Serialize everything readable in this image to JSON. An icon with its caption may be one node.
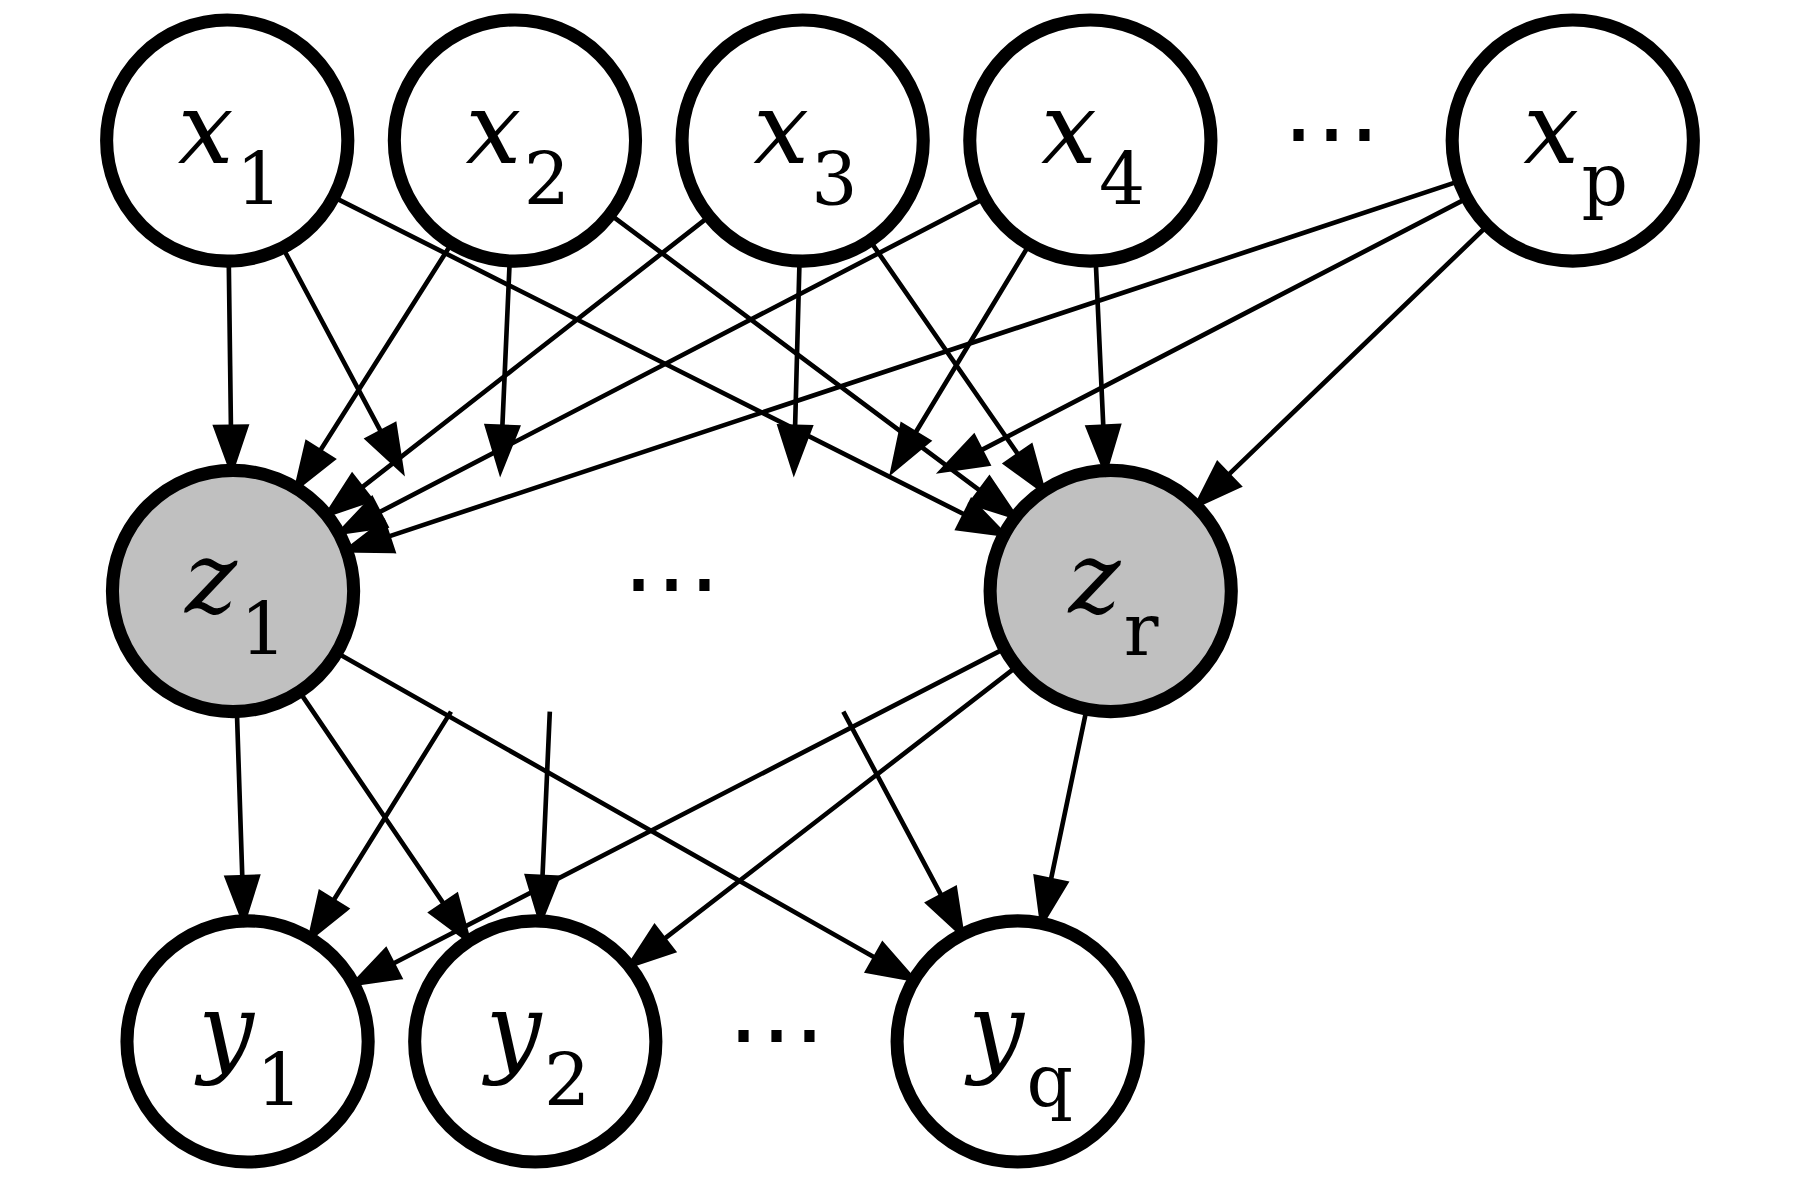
{
  "diagram": {
    "nodes": [
      {
        "text": [
          "x$_{1}$"
        ]
      },
      {
        "text": [
          "x$_{2}$"
        ]
      },
      {
        "text": [
          "x$_{3}$"
        ]
      },
      {
        "text": [
          "x$_{4}$"
        ]
      },
      {
        "text": [
          "x$_{p}$"
        ]
      },
      {
        "text": [
          "z$_{1}$"
        ]
      },
      {
        "text": [
          "z$_{r}$"
        ]
      },
      {
        "text": [
          "y$_{1}$"
        ]
      },
      {
        "text": [
          "y$_{2}$"
        ]
      },
      {
        "text": [
          "y$_{q}$"
        ]
      }
    ],
    "edges": [
      {
        "from": 0,
        "to": 5,
        "arrow": "to"
      },
      {
        "from": 0,
        "to": null,
        "arrow": "to"
      },
      {
        "from": 0,
        "to": 6,
        "arrow": "to"
      },
      {
        "from": 1,
        "to": 5,
        "arrow": "to"
      },
      {
        "from": 1,
        "to": null,
        "arrow": "to"
      },
      {
        "from": 1,
        "to": 6,
        "arrow": "to"
      },
      {
        "from": 2,
        "to": 5,
        "arrow": "to"
      },
      {
        "from": 2,
        "to": null,
        "arrow": "to"
      },
      {
        "from": 2,
        "to": 6,
        "arrow": "to"
      },
      {
        "from": 3,
        "to": 5,
        "arrow": "to"
      },
      {
        "from": 3,
        "to": null,
        "arrow": "to"
      },
      {
        "from": 3,
        "to": 6,
        "arrow": "to"
      },
      {
        "from": 4,
        "to": 5,
        "arrow": "to"
      },
      {
        "from": 4,
        "to": null,
        "arrow": "to"
      },
      {
        "from": 4,
        "to": 6,
        "arrow": "to"
      },
      {
        "from": 5,
        "to": 7,
        "arrow": "to"
      },
      {
        "from": 5,
        "to": 8,
        "arrow": "to"
      },
      {
        "from": 5,
        "to": 9,
        "arrow": "to"
      },
      {
        "from": null,
        "to": 7,
        "arrow": "to"
      },
      {
        "from": null,
        "to": 8,
        "arrow": "to"
      },
      {
        "from": null,
        "to": 9,
        "arrow": "to"
      },
      {
        "from": 6,
        "to": 7,
        "arrow": "to"
      },
      {
        "from": 6,
        "to": 8,
        "arrow": "to"
      },
      {
        "from": 6,
        "to": 9,
        "arrow": "to"
      }
    ],
    "labels": [
      "⋯",
      "⋯",
      "⋯"
    ]
  }
}
